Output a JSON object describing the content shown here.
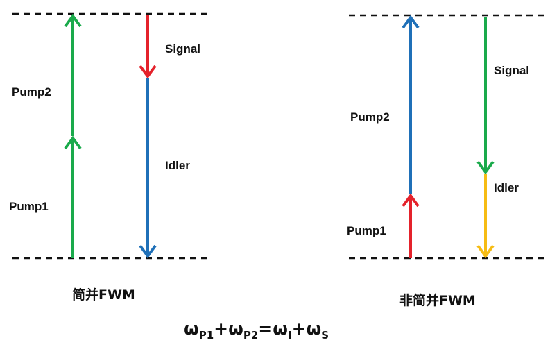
{
  "colors": {
    "green": "#1aaa4b",
    "red": "#e4222b",
    "blue": "#1f70b8",
    "yellow": "#f6bc14",
    "level": "#111111"
  },
  "left": {
    "caption": "简并FWM",
    "labels": {
      "pump2": "Pump2",
      "pump1": "Pump1",
      "signal": "Signal",
      "idler": "Idler"
    }
  },
  "right": {
    "caption": "非简并FWM",
    "labels": {
      "pump2": "Pump2",
      "pump1": "Pump1",
      "signal": "Signal",
      "idler": "Idler"
    }
  },
  "equation": {
    "w1": "ω",
    "s1": "P1",
    "plus1": "+",
    "w2": "ω",
    "s2": "P2",
    "eq": "=",
    "w3": "ω",
    "s3": "I",
    "plus2": "+",
    "w4": "ω",
    "s4": "S"
  }
}
